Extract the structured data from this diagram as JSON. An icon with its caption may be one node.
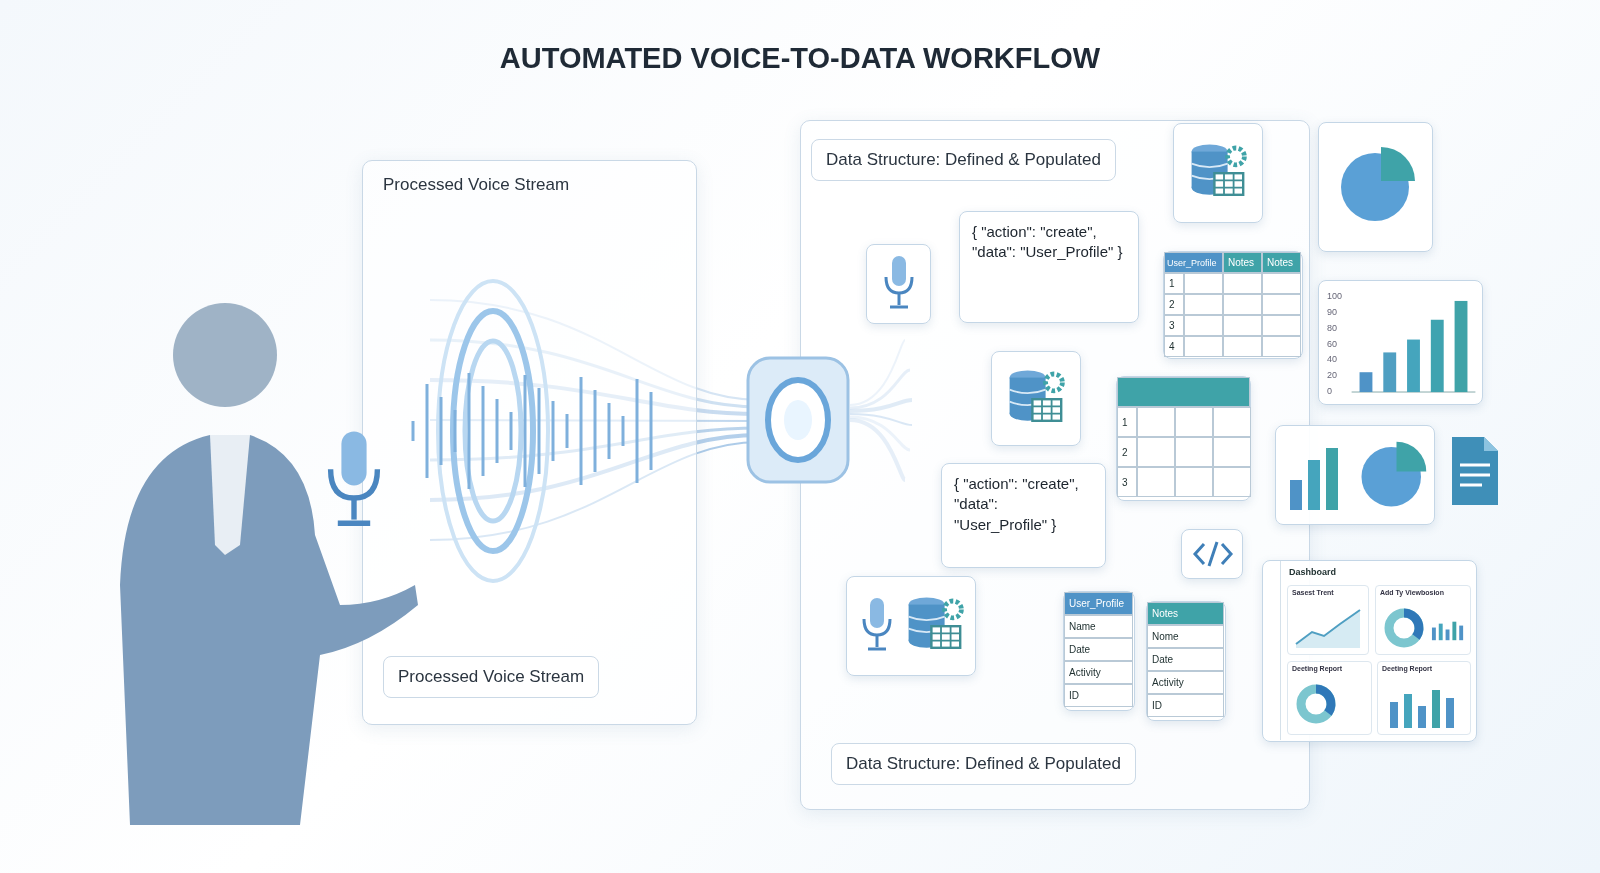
{
  "diagram": {
    "title": "AUTOMATED VOICE-TO-DATA WORKFLOW",
    "nodes": [
      {
        "text": [
          "Processed Voice Stream",
          "Processed Voice Stream"
        ]
      },
      {
        "text": [
          "Data Structure: Defined & Populated",
          "Data Structure: Defined & Populated"
        ]
      },
      {
        "text": [
          "{ \"action\": \"create\", \"data\": \"User_Profile\" }"
        ],
        "in": 1
      },
      {
        "text": [
          "{ \"action\": \"create\", \"data\": \"User_Profile\" }"
        ],
        "in": 1
      },
      {
        "text": [
          "User_Profile",
          "Notes",
          "Notes",
          "1",
          "2",
          "3",
          "4"
        ],
        "in": 1
      },
      {
        "text": [
          "1",
          "2",
          "3"
        ],
        "in": 1
      },
      {
        "text": [
          "User_Profile",
          "Name",
          "Date",
          "Activity",
          "ID"
        ],
        "in": 1
      },
      {
        "text": [
          "Notes",
          "Nome",
          "Date",
          "Activity",
          "ID"
        ],
        "in": 1
      },
      {
        "text": [
          "100",
          "90",
          "80",
          "60",
          "40",
          "20",
          "0"
        ]
      },
      {
        "text": [
          "Dashboard",
          "Sasest Trent",
          "Add Ty Viewbosion",
          "Deeting Report",
          "Deeting Report"
        ]
      },
      {
        "text": [],
        "shape": "picture",
        "in": 1
      },
      {
        "text": [],
        "shape": "picture",
        "in": 1
      },
      {
        "text": [],
        "shape": "picture",
        "in": 1
      },
      {
        "text": [],
        "shape": "picture",
        "in": 1
      },
      {
        "text": [],
        "shape": "picture",
        "in": 1
      },
      {
        "text": [],
        "shape": "picture"
      },
      {
        "text": [],
        "shape": "picture"
      }
    ]
  }
}
